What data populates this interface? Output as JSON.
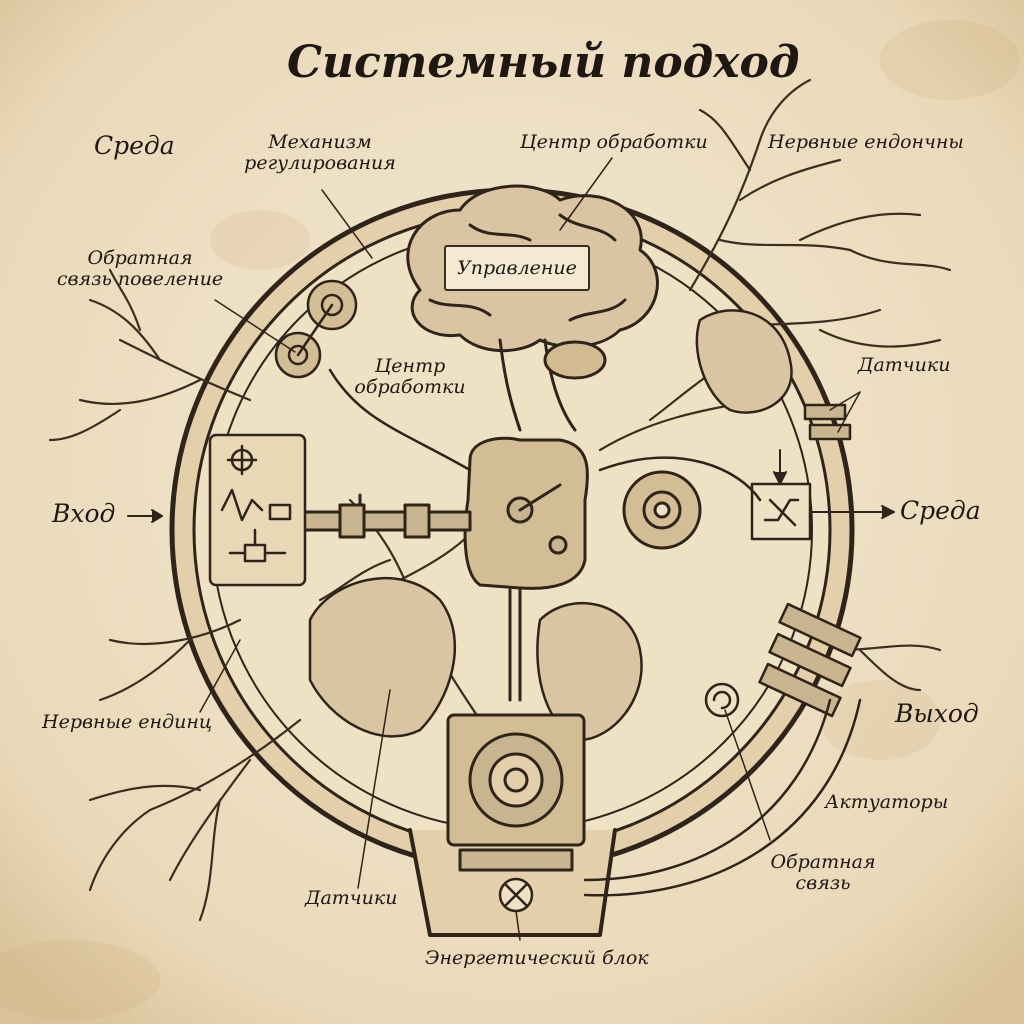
{
  "title": "Системный подход",
  "labels": {
    "environment_top": "Среда",
    "regulation_mechanism": [
      "Механизм",
      "регулирования"
    ],
    "processing_center_top": "Центр обработки",
    "nerve_endings_top": "Нервные ендончны",
    "feedback_command": [
      "Обратная",
      "связь повеление"
    ],
    "control": "Управление",
    "processing_center_inner": [
      "Центр",
      "обработки"
    ],
    "sensors_right": "Датчики",
    "input": "Вход",
    "environment_right": "Среда",
    "nerve_endings_left": "Нервные ендинц",
    "output": "Выход",
    "actuators": "Актуаторы",
    "feedback": [
      "Обратная",
      "связь"
    ],
    "sensors_bottom": "Датчики",
    "energy_block": "Энергетический блок"
  },
  "colors": {
    "paper": "#efe4cc",
    "ink": "#2f241a",
    "tissue": "#d9c5a2",
    "metal": "#c8b48e"
  },
  "icons": [
    "brain-icon",
    "gear-icon",
    "nerve-tree-icon",
    "circuit-panel-icon",
    "lamp-cross-icon",
    "connector-icon"
  ]
}
